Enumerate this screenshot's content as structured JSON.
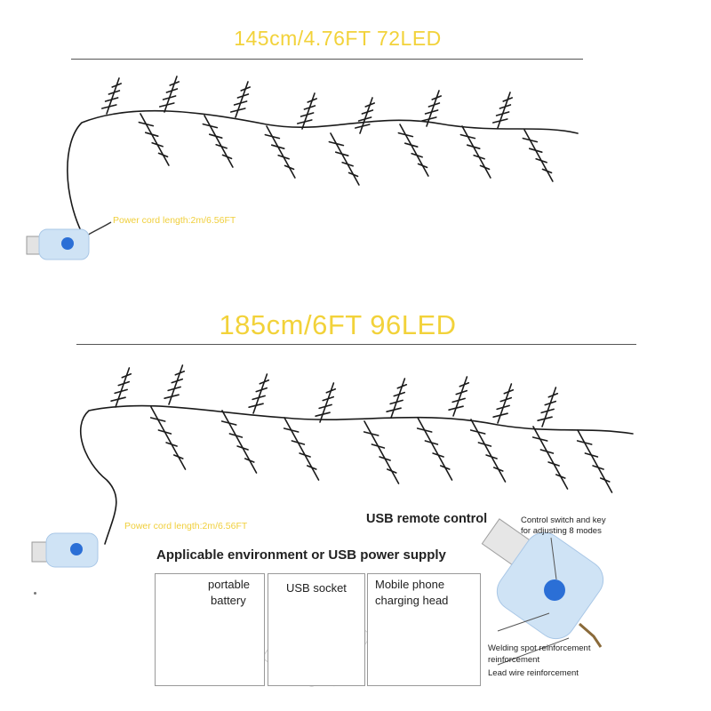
{
  "variants": [
    {
      "heading": "145cm/4.76FT 72LED",
      "cord_label": "Power cord length:2m/6.56FT"
    },
    {
      "heading": "185cm/6FT 96LED",
      "cord_label": "Power cord length:2m/6.56FT"
    }
  ],
  "remote": {
    "title": "USB remote control",
    "annotations": {
      "control": "Control switch and key",
      "control_line2": "for adjusting 8 modes",
      "welding": "Welding spot reinforcement",
      "welding_line2": "reinforcement",
      "lead": "Lead wire reinforcement"
    }
  },
  "applicable": {
    "title": "Applicable environment or USB power supply",
    "panels": [
      {
        "line1": "portable",
        "line2": "battery"
      },
      {
        "line1": "USB socket",
        "line2": ""
      },
      {
        "line1": "Mobile phone",
        "line2": "charging head"
      }
    ]
  },
  "colors": {
    "heading": "#f2d23a",
    "cord_label": "#f0cf3c",
    "led_blue": "#2b6fd6",
    "plug_body": "#cfe3f5"
  }
}
